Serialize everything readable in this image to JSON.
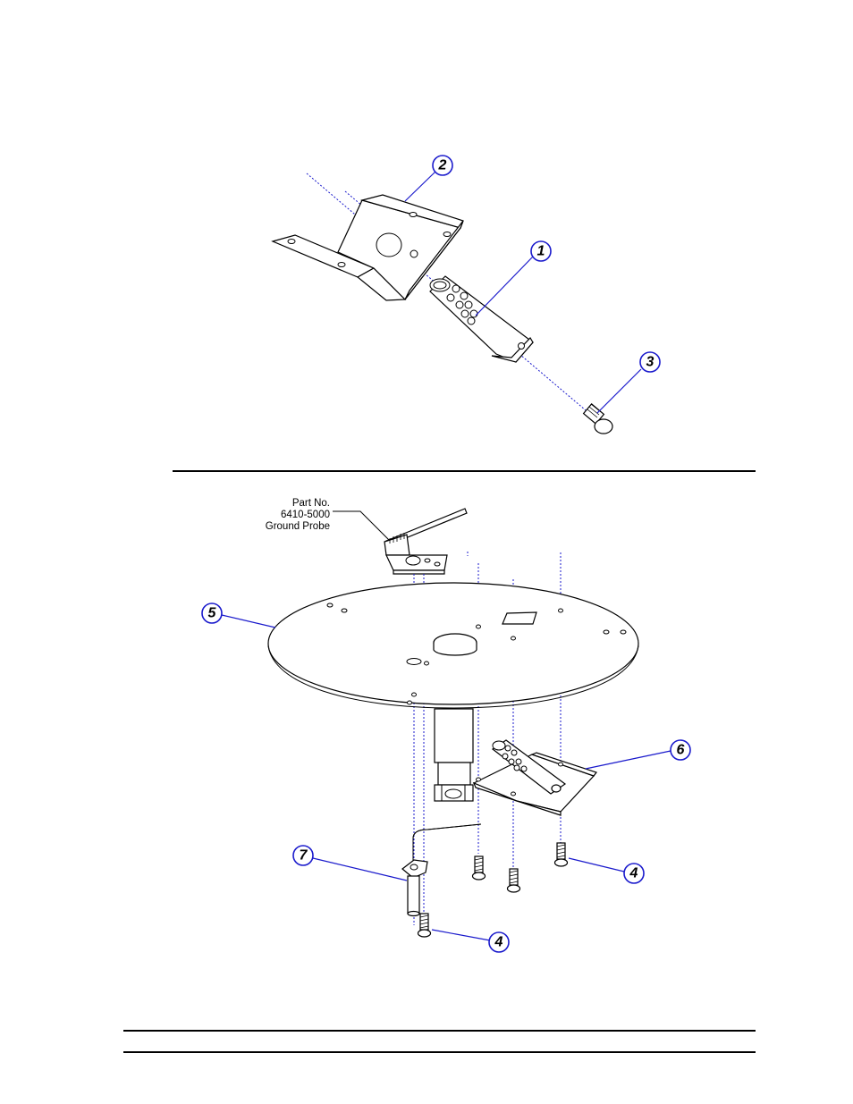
{
  "callouts": {
    "c1": "1",
    "c2": "2",
    "c3": "3",
    "c4a": "4",
    "c4b": "4",
    "c5": "5",
    "c6": "6",
    "c7": "7"
  },
  "note": {
    "line1": "Part No.",
    "line2": "6410-5000",
    "line3": "Ground Probe"
  },
  "colors": {
    "leader": "#1a1acc",
    "line": "#000000"
  }
}
